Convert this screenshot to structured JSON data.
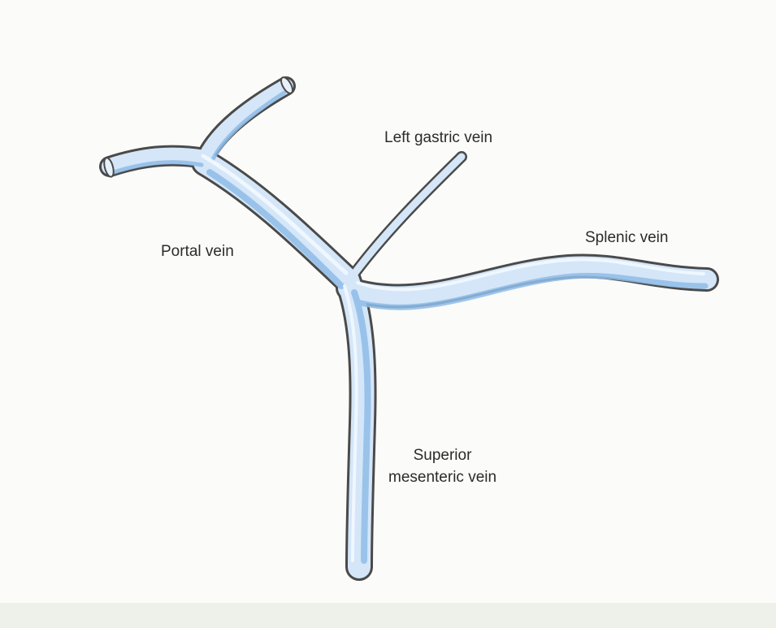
{
  "labels": {
    "left_gastric_vein": "Left gastric vein",
    "portal_vein": "Portal vein",
    "splenic_vein": "Splenic vein",
    "superior_mesenteric_line1": "Superior",
    "superior_mesenteric_line2": "mesenteric vein"
  },
  "colors": {
    "vein_fill": "#d4e6f8",
    "vein_shade": "#8fbce8",
    "vein_highlight": "#f2f8ff",
    "outline": "#4a4a4a",
    "background": "#fbfbf9"
  }
}
